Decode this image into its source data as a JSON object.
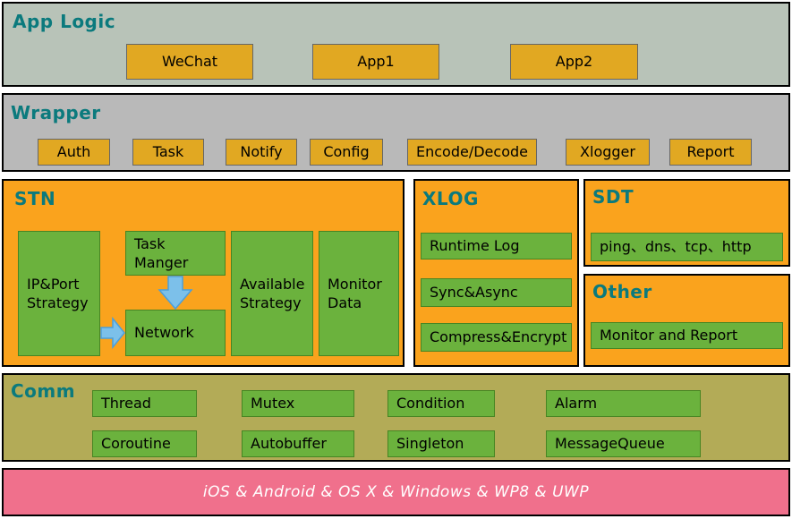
{
  "diagram": {
    "platform_bar": {
      "label": "iOS & Android & OS X & Windows & WP8 & UWP"
    },
    "sections": {
      "app_logic": {
        "title": "App Logic",
        "boxes": [
          "WeChat",
          "App1",
          "App2"
        ]
      },
      "wrapper": {
        "title": "Wrapper",
        "boxes": [
          "Auth",
          "Task",
          "Notify",
          "Config",
          "Encode/Decode",
          "Xlogger",
          "Report"
        ]
      },
      "stn": {
        "title": "STN",
        "ip_port_strategy": "IP&Port\nStrategy",
        "task_manger": "Task\nManger",
        "network": "Network",
        "available_strategy": "Available\nStrategy",
        "monitor_data": "Monitor\nData"
      },
      "xlog": {
        "title": "XLOG",
        "boxes": [
          "Runtime Log",
          "Sync&Async",
          "Compress&Encrypt"
        ]
      },
      "sdt": {
        "title": "SDT",
        "boxes": [
          "ping、dns、tcp、http"
        ]
      },
      "other": {
        "title": "Other",
        "boxes": [
          "Monitor and Report"
        ]
      },
      "comm": {
        "title": "Comm",
        "row1": [
          "Thread",
          "Mutex",
          "Condition",
          "Alarm"
        ],
        "row2": [
          "Coroutine",
          "Autobuffer",
          "Singleton",
          "MessageQueue"
        ]
      }
    },
    "colors": {
      "section_title": "#0b7a7d",
      "gold_box": "#e1a822",
      "orange_panel": "#faa31d",
      "green_box": "#6bb23d",
      "app_logic_bg": "#b8c3b8",
      "wrapper_bg": "#b9b9b9",
      "comm_bg": "#b3ab57",
      "platform_bar_bg": "#f0708c",
      "arrow_fill": "#7cc0ea",
      "arrow_stroke": "#4a9fdc"
    }
  }
}
